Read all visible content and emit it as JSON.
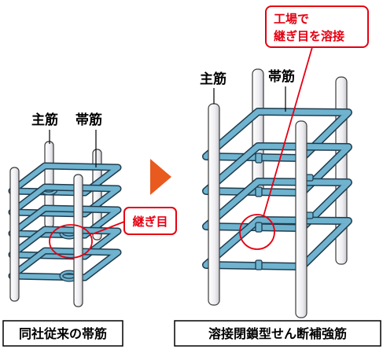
{
  "left_diagram": {
    "label_main_bar": "主筋",
    "label_hoop": "帯筋",
    "callout_joint": "継ぎ目",
    "caption": "同社従来の帯筋"
  },
  "right_diagram": {
    "label_main_bar": "主筋",
    "label_hoop": "帯筋",
    "callout_line1": "工場で",
    "callout_line2": "継ぎ目を溶接",
    "caption": "溶接閉鎖型せん断補強筋"
  },
  "colors": {
    "hoop_fill": "#6fb3cf",
    "hoop_stroke": "#1f3b4d",
    "bar_fill": "#f4f4f6",
    "accent_red": "#e60012",
    "arrow_orange": "#e85a1e"
  }
}
